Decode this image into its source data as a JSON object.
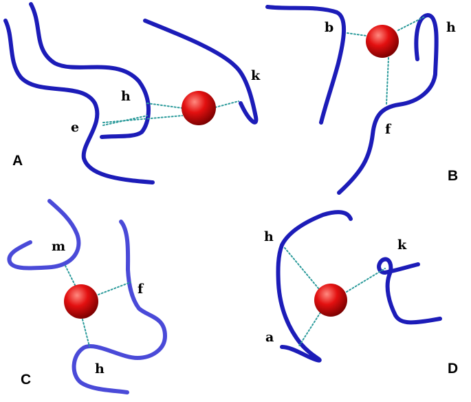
{
  "colors": {
    "tube": "#1c1cb8",
    "tube_light": "#4a4ad8",
    "sphere_light": "#ff8a80",
    "sphere_mid": "#e31010",
    "sphere_dark": "#7a0000",
    "bond": "#2a9a9a"
  },
  "panels": [
    {
      "id": "A",
      "label": "A",
      "residues": [
        {
          "id": "h",
          "label": "h"
        },
        {
          "id": "e",
          "label": "e"
        },
        {
          "id": "k",
          "label": "k"
        }
      ]
    },
    {
      "id": "B",
      "label": "B",
      "residues": [
        {
          "id": "b",
          "label": "b"
        },
        {
          "id": "h",
          "label": "h"
        },
        {
          "id": "f",
          "label": "f"
        }
      ]
    },
    {
      "id": "C",
      "label": "C",
      "residues": [
        {
          "id": "m",
          "label": "m"
        },
        {
          "id": "f",
          "label": "f"
        },
        {
          "id": "h",
          "label": "h"
        }
      ]
    },
    {
      "id": "D",
      "label": "D",
      "residues": [
        {
          "id": "h",
          "label": "h"
        },
        {
          "id": "k",
          "label": "k"
        },
        {
          "id": "a",
          "label": "a"
        }
      ]
    }
  ]
}
